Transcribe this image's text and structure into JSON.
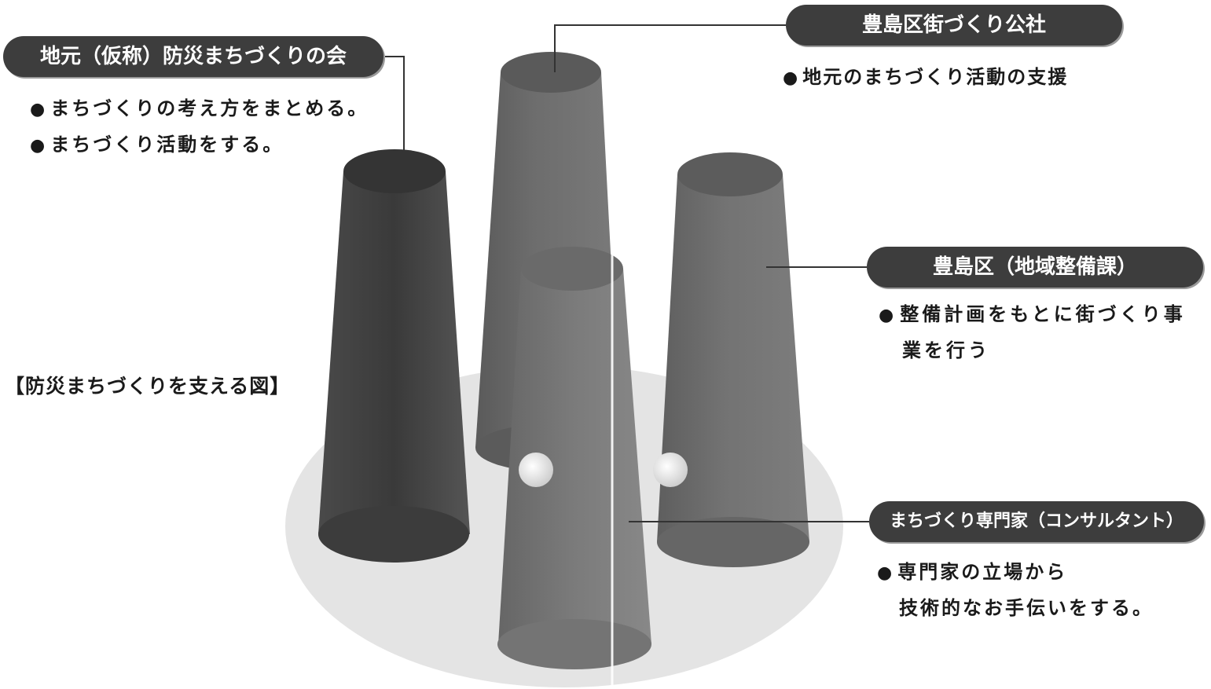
{
  "caption": "【防災まちづくりを支える図】",
  "orgs": {
    "local": {
      "title": "地元（仮称）防災まちづくりの会",
      "items": [
        "まちづくりの考え方をまとめる。",
        "まちづくり活動をする。"
      ]
    },
    "corp": {
      "title": "豊島区街づくり公社",
      "items": [
        "地元のまちづくり活動の支援"
      ]
    },
    "ward": {
      "title": "豊島区（地域整備課）",
      "items": [
        "整備計画をもとに街づくり事",
        "業を行う"
      ]
    },
    "consultant": {
      "title": "まちづくり専門家（コンサルタント）",
      "items": [
        "専門家の立場から",
        "技術的なお手伝いをする。"
      ]
    }
  },
  "bullet_symbol": "●",
  "colors": {
    "pill": "#3d3d3d",
    "pillText": "#ffffff",
    "base": "#e2e2e2",
    "pillar": "#6f6f6f",
    "pillarDark": "#454545",
    "joint": "#ffffff"
  }
}
